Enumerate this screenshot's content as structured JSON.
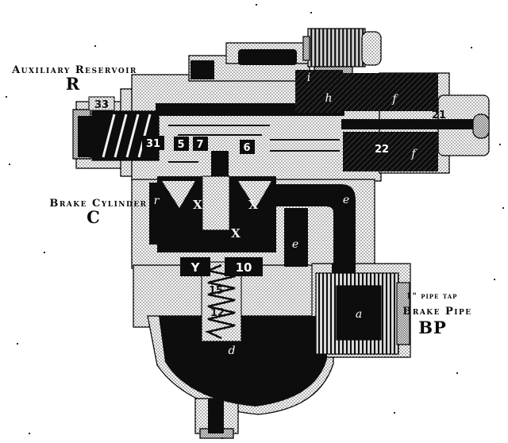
{
  "figure": {
    "kind": "scanned cross-section diagram of an air-brake triple valve"
  },
  "colors": {
    "ink": "#0a0a0a",
    "paper": "#ffffff"
  },
  "labels": {
    "auxiliary_reservoir": {
      "title": "Auxiliary Reservoir",
      "abbr": "R"
    },
    "brake_cylinder": {
      "title": "Brake Cylinder",
      "abbr": "C"
    },
    "brake_pipe": {
      "tap": "1\" pipe tap",
      "title": "Brake Pipe",
      "abbr": "BP"
    }
  },
  "part_numbers": [
    {
      "ref": "33"
    },
    {
      "ref": "31"
    },
    {
      "ref": "5"
    },
    {
      "ref": "7"
    },
    {
      "ref": "6"
    },
    {
      "ref": "21"
    },
    {
      "ref": "22"
    },
    {
      "ref": "Y"
    },
    {
      "ref": "10"
    },
    {
      "ref": "15"
    },
    {
      "ref": "12"
    }
  ],
  "port_letters": [
    {
      "ref": "i"
    },
    {
      "ref": "h"
    },
    {
      "ref": "f"
    },
    {
      "ref": "f"
    },
    {
      "ref": "e"
    },
    {
      "ref": "e"
    },
    {
      "ref": "a"
    },
    {
      "ref": "d"
    },
    {
      "ref": "r"
    },
    {
      "ref": "X"
    },
    {
      "ref": "X"
    },
    {
      "ref": "X"
    }
  ]
}
